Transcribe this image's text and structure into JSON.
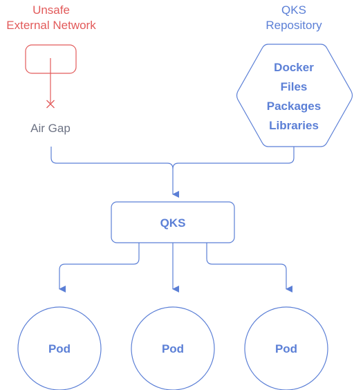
{
  "external": {
    "title_line1": "Unsafe",
    "title_line2": "External Network",
    "air_gap_label": "Air Gap"
  },
  "repository": {
    "title_line1": "QKS",
    "title_line2": "Repository",
    "items": [
      "Docker",
      "Files",
      "Packages",
      "Libraries"
    ]
  },
  "hub": {
    "label": "QKS"
  },
  "pods": [
    {
      "label": "Pod"
    },
    {
      "label": "Pod"
    },
    {
      "label": "Pod"
    }
  ],
  "colors": {
    "unsafe": "#e25a5a",
    "accent": "#5b7fd6",
    "muted": "#6d7384"
  }
}
